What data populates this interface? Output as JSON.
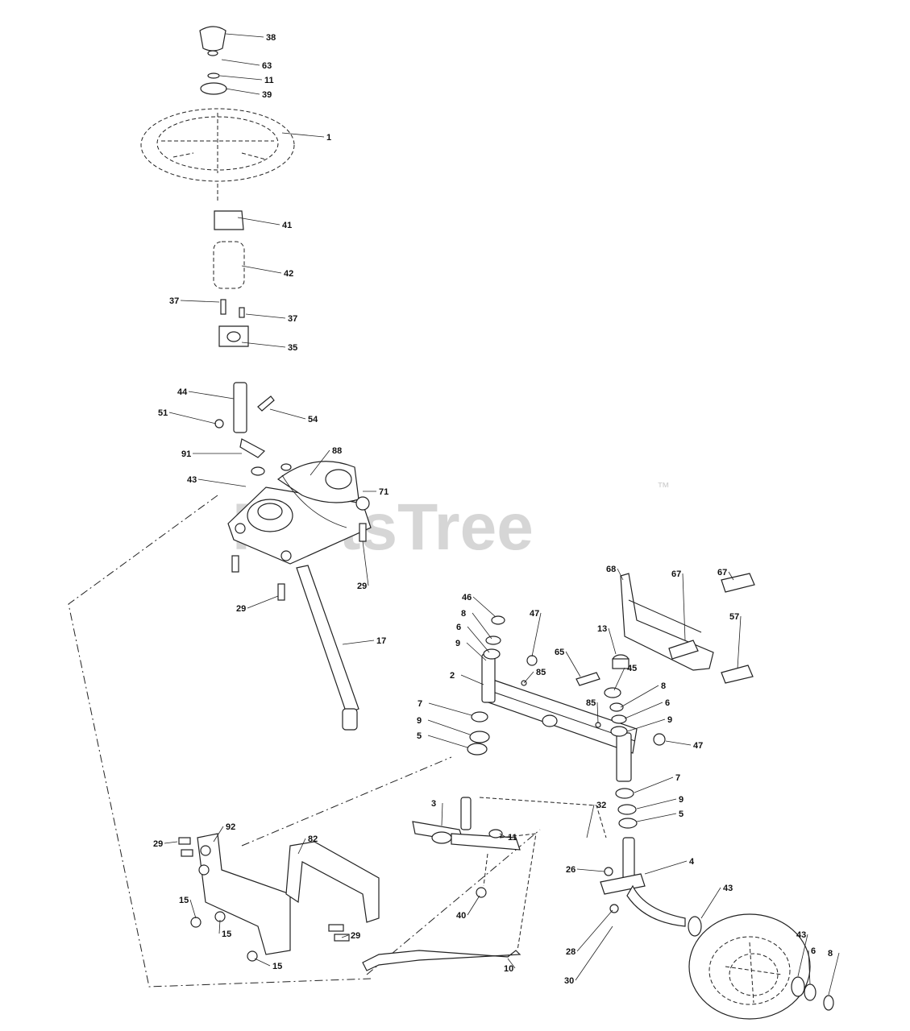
{
  "watermark": {
    "brand": "PartsTree",
    "trademark": "™"
  },
  "callouts": [
    "38",
    "63",
    "11",
    "39",
    "1",
    "41",
    "42",
    "37",
    "37",
    "35",
    "44",
    "54",
    "51",
    "91",
    "88",
    "43",
    "71",
    "29",
    "29",
    "17",
    "68",
    "67",
    "67",
    "57",
    "46",
    "47",
    "13",
    "65",
    "8",
    "6",
    "9",
    "2",
    "85",
    "45",
    "8",
    "85",
    "6",
    "9",
    "7",
    "9",
    "47",
    "5",
    "7",
    "9",
    "5",
    "3",
    "11",
    "32",
    "4",
    "92",
    "82",
    "29",
    "40",
    "26",
    "43",
    "15",
    "15",
    "29",
    "15",
    "28",
    "10",
    "30",
    "43",
    "6",
    "8"
  ]
}
